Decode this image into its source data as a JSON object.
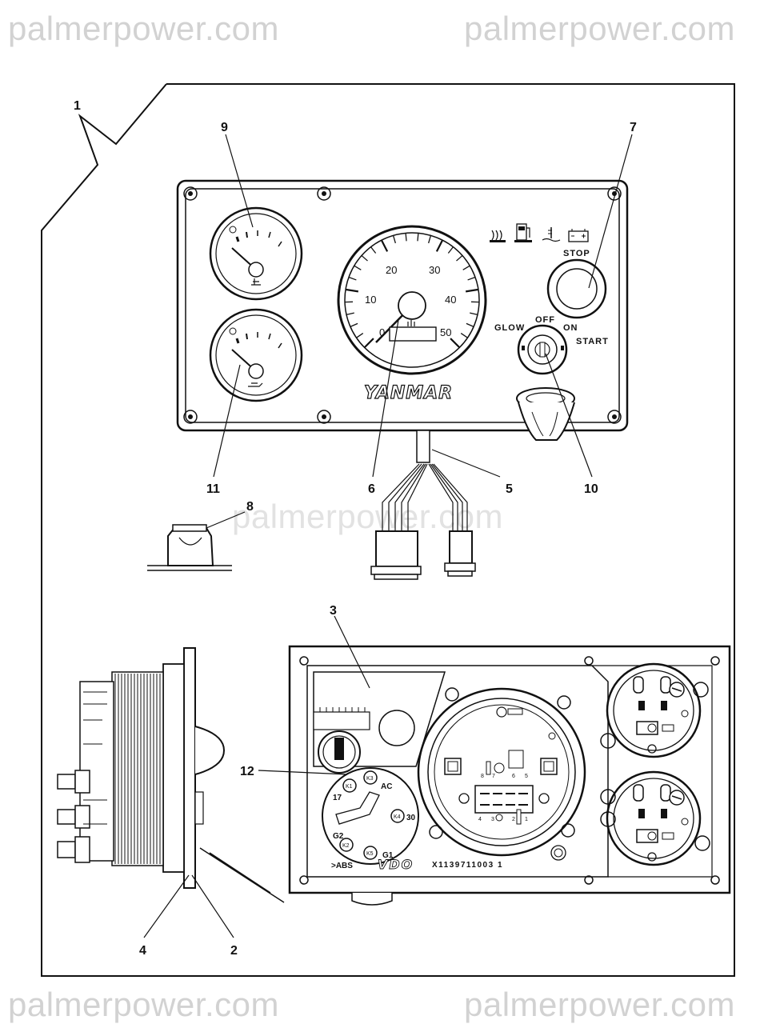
{
  "watermarks": {
    "top_left": "palmerpower.com",
    "top_right": "palmerpower.com",
    "middle": "palmerpower.com",
    "bottom_left": "palmerpower.com",
    "bottom_right": "palmerpower.com"
  },
  "callouts": {
    "c1": "1",
    "c2": "2",
    "c3": "3",
    "c4": "4",
    "c5": "5",
    "c6": "6",
    "c7": "7",
    "c8": "8",
    "c9": "9",
    "c10": "10",
    "c11": "11",
    "c12": "12"
  },
  "panel": {
    "brand": "YANMAR",
    "stop_label": "STOP",
    "glow_label": "GLOW",
    "off_label": "OFF",
    "on_label": "ON",
    "start_label": "START",
    "tach_ticks": [
      "0",
      "10",
      "20",
      "30",
      "40",
      "50"
    ]
  },
  "back_panel": {
    "abs_label": ">ABS",
    "vdo_label": "VDO",
    "part_number": "X1139711003 1",
    "terminal_ac": "AC",
    "terminal_30": "30",
    "terminal_17": "17",
    "terminal_g1": "G1",
    "terminal_g2": "G2",
    "k1": "K1",
    "k2": "K2",
    "k3": "K3",
    "k4": "K4",
    "k5": "K5",
    "pins_top": [
      "8",
      "7",
      "6",
      "5"
    ],
    "pins_bottom": [
      "4",
      "3",
      "2",
      "1"
    ]
  }
}
